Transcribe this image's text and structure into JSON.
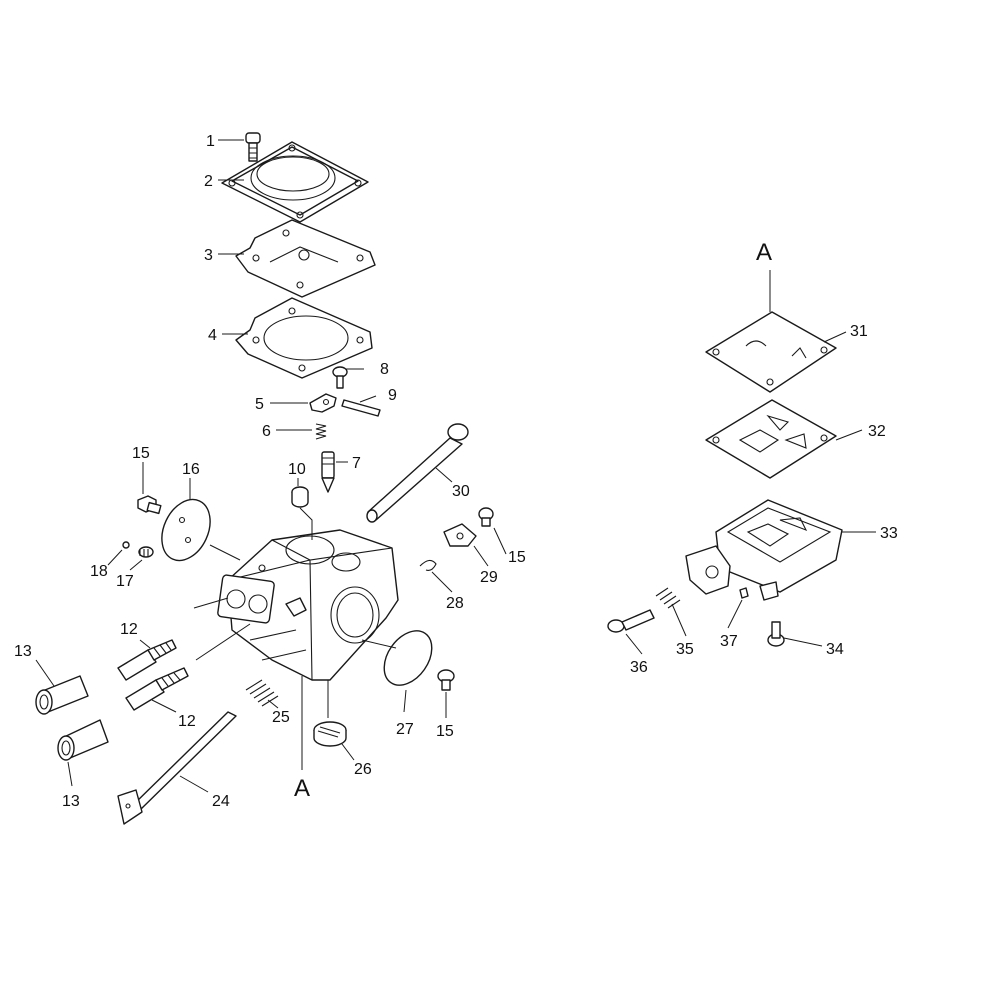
{
  "callouts": {
    "c1": "1",
    "c2": "2",
    "c3": "3",
    "c4": "4",
    "c5": "5",
    "c6": "6",
    "c7": "7",
    "c8": "8",
    "c9": "9",
    "c10": "10",
    "c12a": "12",
    "c12b": "12",
    "c13a": "13",
    "c13b": "13",
    "c15a": "15",
    "c15b": "15",
    "c15c": "15",
    "c16": "16",
    "c17": "17",
    "c18": "18",
    "c24": "24",
    "c25": "25",
    "c26": "26",
    "c27": "27",
    "c28": "28",
    "c29": "29",
    "c30": "30",
    "c31": "31",
    "c32": "32",
    "c33": "33",
    "c34": "34",
    "c35": "35",
    "c36": "36",
    "c37": "37"
  },
  "references": {
    "left": "A",
    "right": "A"
  },
  "colors": {
    "line": "#1a1a1a",
    "background": "#ffffff"
  }
}
